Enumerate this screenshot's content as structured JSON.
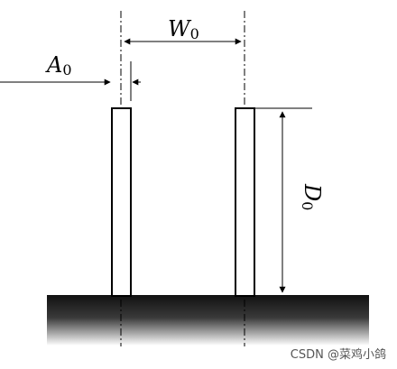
{
  "labels": {
    "width": {
      "symbol": "W",
      "subscript": "0"
    },
    "amplitude": {
      "symbol": "A",
      "subscript": "0"
    },
    "depth": {
      "symbol": "D",
      "subscript": "0"
    }
  },
  "watermark": "CSDN @菜鸡小鸽",
  "colors": {
    "stroke": "#000000",
    "ground_top": "#111111",
    "ground_bottom": "#ffffff"
  }
}
